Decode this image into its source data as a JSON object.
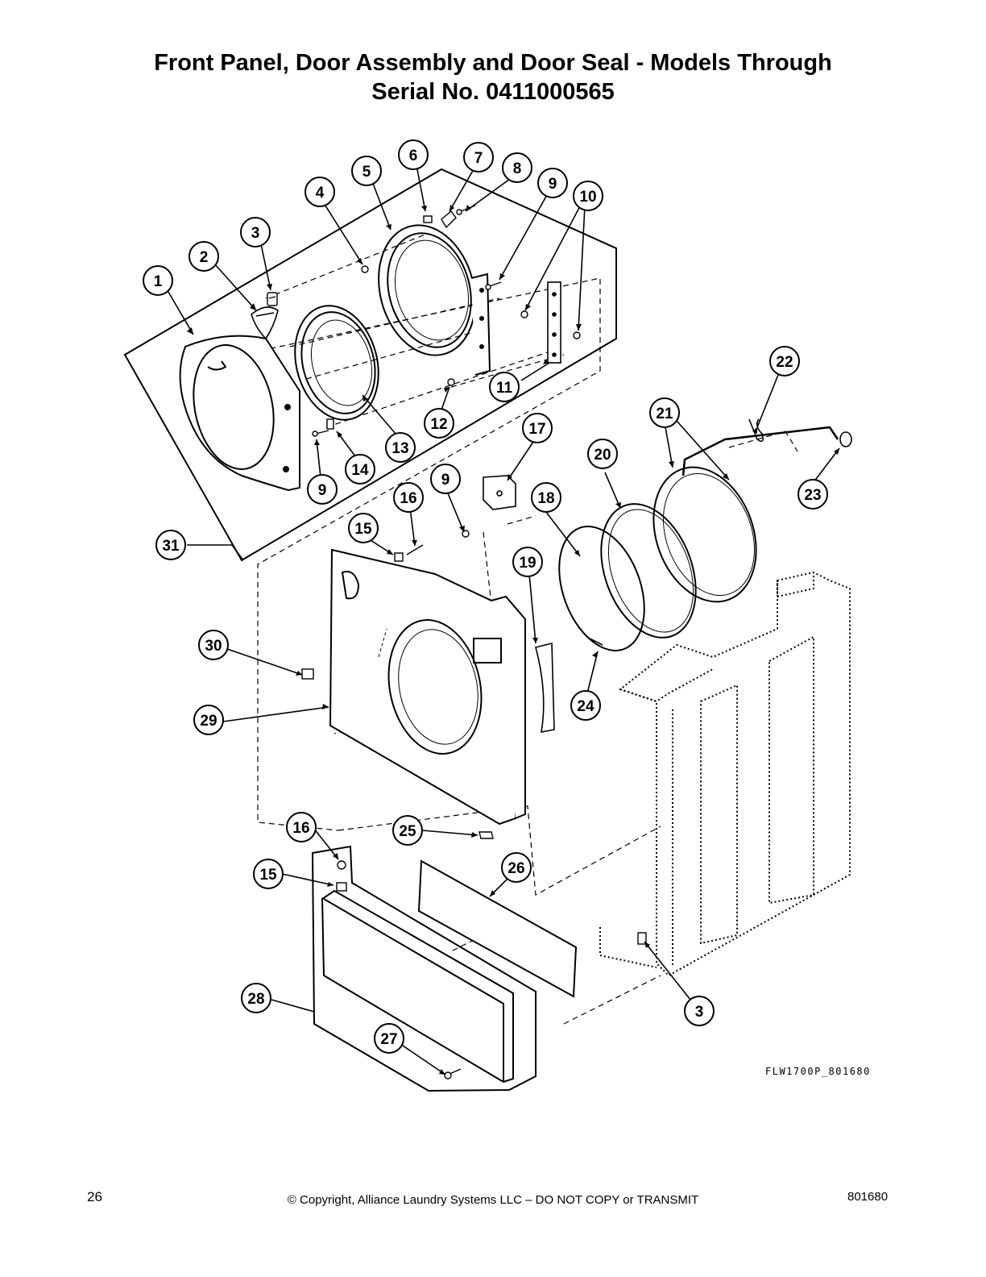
{
  "title": {
    "line1": "Front Panel, Door Assembly and Door Seal - Models Through",
    "line2": "Serial No. 0411000565"
  },
  "drawing_code": "FLW1700P_801680",
  "footer": {
    "page_number": "26",
    "copyright": "© Copyright, Alliance Laundry Systems LLC – DO NOT COPY or TRANSMIT",
    "document_number": "801680"
  },
  "callouts": [
    "1",
    "2",
    "3",
    "4",
    "5",
    "6",
    "7",
    "8",
    "9",
    "10",
    "11",
    "12",
    "13",
    "14",
    "9",
    "15",
    "16",
    "9",
    "17",
    "18",
    "19",
    "20",
    "21",
    "22",
    "23",
    "24",
    "25",
    "26",
    "27",
    "28",
    "29",
    "30",
    "31",
    "16",
    "15",
    "3"
  ]
}
